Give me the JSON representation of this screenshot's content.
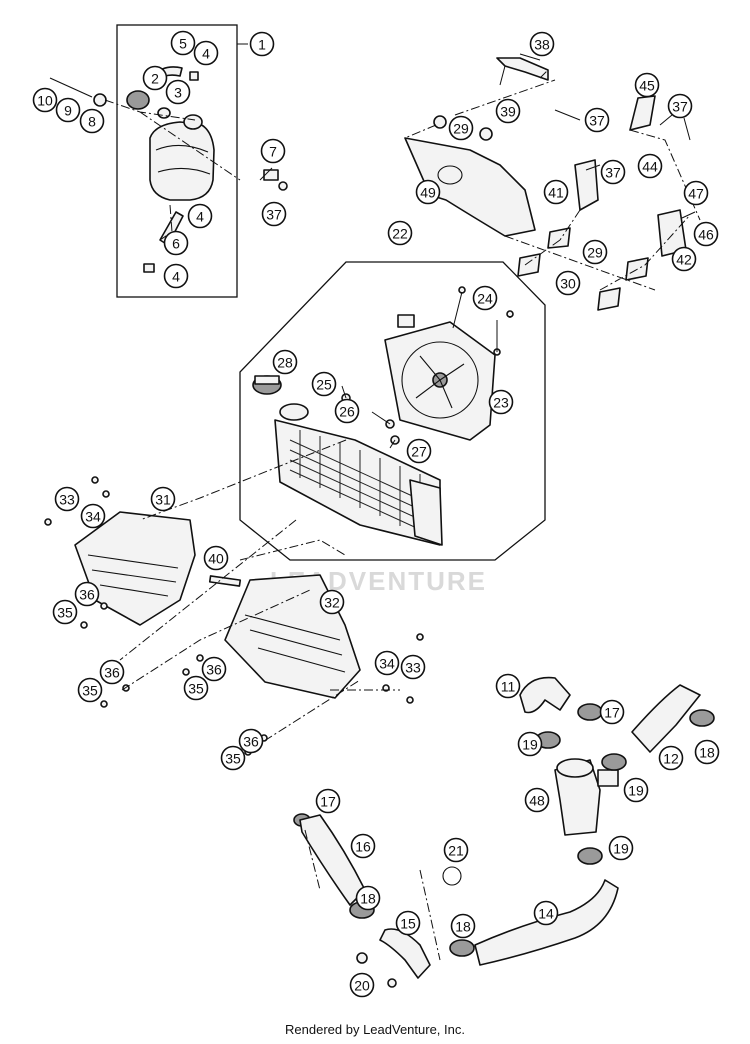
{
  "diagram": {
    "watermark": "LEADVENTURE",
    "callouts": [
      {
        "id": "c1",
        "label": "1"
      },
      {
        "id": "c5",
        "label": "5"
      },
      {
        "id": "c4a",
        "label": "4"
      },
      {
        "id": "c2",
        "label": "2"
      },
      {
        "id": "c3",
        "label": "3"
      },
      {
        "id": "c10",
        "label": "10"
      },
      {
        "id": "c9",
        "label": "9"
      },
      {
        "id": "c8",
        "label": "8"
      },
      {
        "id": "c7",
        "label": "7"
      },
      {
        "id": "c37a",
        "label": "37"
      },
      {
        "id": "c4b",
        "label": "4"
      },
      {
        "id": "c6",
        "label": "6"
      },
      {
        "id": "c4c",
        "label": "4"
      },
      {
        "id": "c38",
        "label": "38"
      },
      {
        "id": "c29a",
        "label": "29"
      },
      {
        "id": "c39",
        "label": "39"
      },
      {
        "id": "c45",
        "label": "45"
      },
      {
        "id": "c37b",
        "label": "37"
      },
      {
        "id": "c37c",
        "label": "37"
      },
      {
        "id": "c44",
        "label": "44"
      },
      {
        "id": "c49",
        "label": "49"
      },
      {
        "id": "c41",
        "label": "41"
      },
      {
        "id": "c37d",
        "label": "37"
      },
      {
        "id": "c47",
        "label": "47"
      },
      {
        "id": "c46",
        "label": "46"
      },
      {
        "id": "c29b",
        "label": "29"
      },
      {
        "id": "c42",
        "label": "42"
      },
      {
        "id": "c30",
        "label": "30"
      },
      {
        "id": "c22",
        "label": "22"
      },
      {
        "id": "c24",
        "label": "24"
      },
      {
        "id": "c28",
        "label": "28"
      },
      {
        "id": "c25",
        "label": "25"
      },
      {
        "id": "c23",
        "label": "23"
      },
      {
        "id": "c26",
        "label": "26"
      },
      {
        "id": "c27",
        "label": "27"
      },
      {
        "id": "c33a",
        "label": "33"
      },
      {
        "id": "c31",
        "label": "31"
      },
      {
        "id": "c34a",
        "label": "34"
      },
      {
        "id": "c40",
        "label": "40"
      },
      {
        "id": "c36a",
        "label": "36"
      },
      {
        "id": "c35a",
        "label": "35"
      },
      {
        "id": "c32",
        "label": "32"
      },
      {
        "id": "c36b",
        "label": "36"
      },
      {
        "id": "c36c",
        "label": "36"
      },
      {
        "id": "c35b",
        "label": "35"
      },
      {
        "id": "c35c",
        "label": "35"
      },
      {
        "id": "c34b",
        "label": "34"
      },
      {
        "id": "c33b",
        "label": "33"
      },
      {
        "id": "c36d",
        "label": "36"
      },
      {
        "id": "c35d",
        "label": "35"
      },
      {
        "id": "c11",
        "label": "11"
      },
      {
        "id": "c17a",
        "label": "17"
      },
      {
        "id": "c19a",
        "label": "19"
      },
      {
        "id": "c12",
        "label": "12"
      },
      {
        "id": "c18a",
        "label": "18"
      },
      {
        "id": "c48",
        "label": "48"
      },
      {
        "id": "c19b",
        "label": "19"
      },
      {
        "id": "c19c",
        "label": "19"
      },
      {
        "id": "c17b",
        "label": "17"
      },
      {
        "id": "c16",
        "label": "16"
      },
      {
        "id": "c21",
        "label": "21"
      },
      {
        "id": "c18b",
        "label": "18"
      },
      {
        "id": "c15",
        "label": "15"
      },
      {
        "id": "c14",
        "label": "14"
      },
      {
        "id": "c18c",
        "label": "18"
      },
      {
        "id": "c20",
        "label": "20"
      }
    ]
  },
  "footer": {
    "text": "Rendered by LeadVenture, Inc."
  }
}
